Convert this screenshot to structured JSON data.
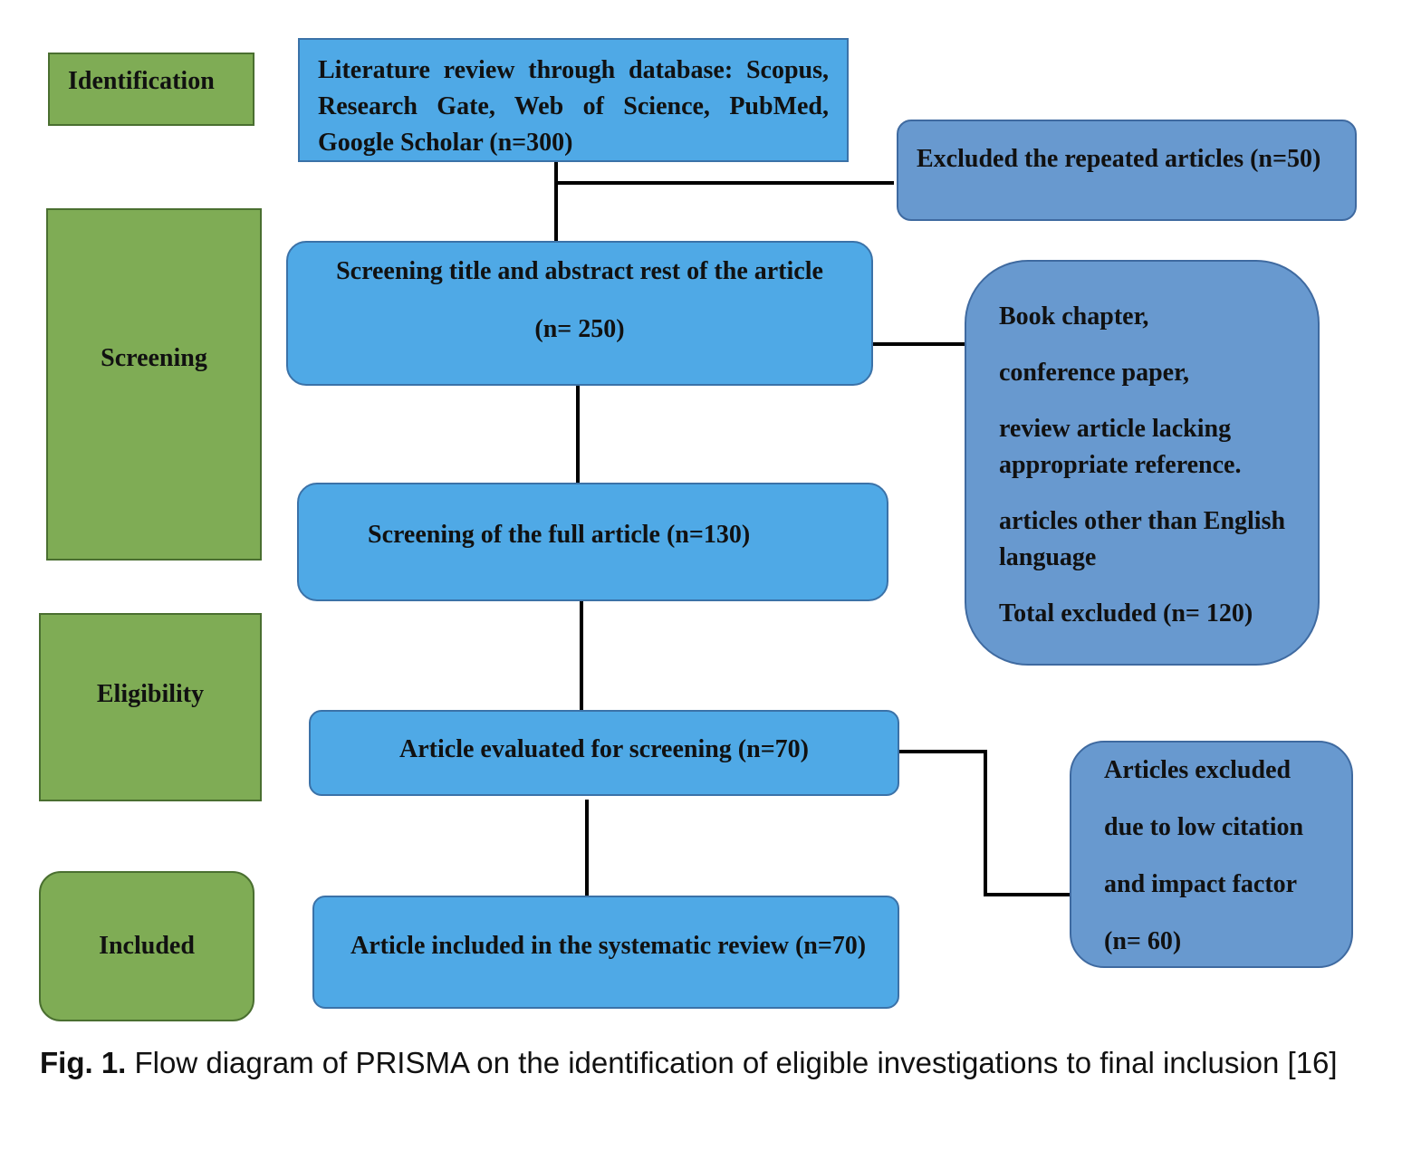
{
  "stages": {
    "identification": "Identification",
    "screening": "Screening",
    "eligibility": "Eligibility",
    "included": "Included"
  },
  "boxes": {
    "literature_review": "Literature review through database: Scopus, Research Gate, Web of Science, PubMed, Google Scholar (n=300)",
    "screening_title_abstract_line1": "Screening title and abstract rest of the article",
    "screening_title_abstract_line2": "(n= 250)",
    "screening_full_article": "Screening of the full article (n=130)",
    "article_evaluated": "Article evaluated for screening (n=70)",
    "article_included": "Article included in the systematic review (n=70)"
  },
  "exclusions": {
    "repeated": "Excluded the repeated articles (n=50)",
    "screening_excluded": {
      "line1": "Book chapter,",
      "line2": "conference paper,",
      "line3": "review article lacking",
      "line4": "appropriate reference.",
      "line5": "articles other than English",
      "line6": "language",
      "line7": "Total excluded (n= 120)"
    },
    "low_citation": {
      "line1": "Articles excluded",
      "line2": "due to low citation",
      "line3": "and impact factor",
      "line4": "(n= 60)"
    }
  },
  "caption": {
    "label": "Fig. 1.",
    "text": "Flow diagram of PRISMA on the identification of eligible investigations to final inclusion [16]"
  }
}
